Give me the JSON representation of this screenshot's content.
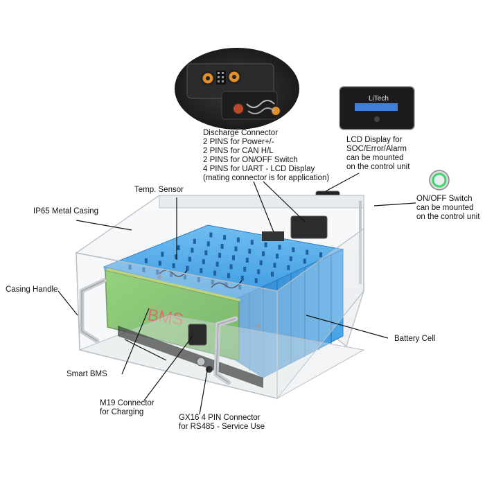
{
  "labels": {
    "discharge_connector": [
      "Discharge Connector",
      "2 PINS for Power+/-",
      "2 PINS for CAN H/L",
      "2 PINS for ON/OFF Switch",
      "4 PINS for UART - LCD Display",
      "(mating connector is for application)"
    ],
    "lcd_display": [
      "LCD Display for",
      "SOC/Error/Alarm",
      "can be mounted",
      "on the control unit"
    ],
    "onoff_switch": [
      "ON/OFF Switch",
      "can be mounted",
      "on the control unit"
    ],
    "temp_sensor": "Temp. Sensor",
    "ip65_casing": "IP65 Metal Casing",
    "casing_handle": "Casing Handle",
    "battery_cell": "Battery Cell",
    "smart_bms": "Smart BMS",
    "m19_connector": [
      "M19 Connector",
      "for Charging"
    ],
    "gx16_connector": [
      "GX16 4 PIN Connector",
      "for RS485 - Service Use"
    ]
  },
  "pcb_text": "BMS",
  "lcd_brand": "LiTech",
  "colors": {
    "cell_blue": "#3d9be0",
    "cell_dark": "#2a7cc4",
    "pcb_green": "#5db53a",
    "pcb_text": "#d6282a",
    "casing": "#d9dde2",
    "handle": "#c8ccd0",
    "leader": "#111111",
    "switch_ring": "#3fd46a"
  }
}
